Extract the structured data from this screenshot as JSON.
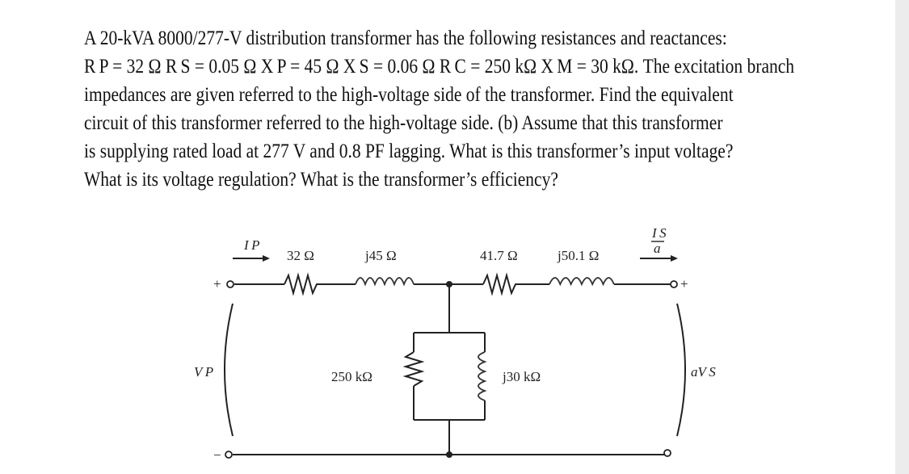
{
  "problem_lines": [
    "A 20-kVA 8000/277-V distribution transformer has the following resistances and reactances:",
    "R P = 32 Ω R S = 0.05 Ω X P = 45 Ω X S = 0.06 Ω R C = 250 kΩ X M = 30 kΩ. The excitation branch",
    "impedances are given referred to the high-voltage side of the transformer. Find the equivalent",
    "circuit of this transformer referred to the high-voltage side. (b) Assume that this transformer",
    "is supplying rated load at 277 V and 0.8 PF lagging. What is this transformer’s input voltage?",
    "What is its voltage regulation? What is the transformer’s efficiency?"
  ],
  "circuit": {
    "current_in": "I P",
    "r_primary": "32 Ω",
    "x_primary": "j45 Ω",
    "r_secondary": "41.7 Ω",
    "x_secondary": "j50.1 Ω",
    "current_out_top": "I S",
    "current_out_bottom": "a",
    "r_core": "250 kΩ",
    "x_mag": "j30 kΩ",
    "v_primary": "V P",
    "v_secondary": "aV S",
    "plus_left": "+",
    "minus_left": "−",
    "plus_right": "+"
  }
}
